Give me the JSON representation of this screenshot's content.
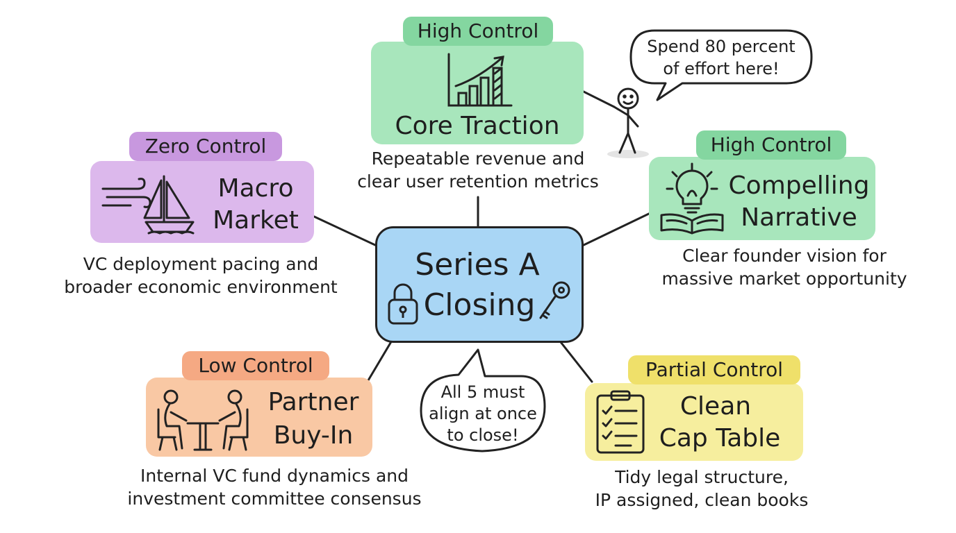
{
  "center": {
    "line1": "Series A",
    "line2": "Closing",
    "color": "#a9d6f5"
  },
  "nodes": {
    "core_traction": {
      "tag": "High Control",
      "title": "Core Traction",
      "desc1": "Repeatable revenue and",
      "desc2": "clear user retention metrics",
      "color": "#a8e6bc",
      "tag_color": "#84d6a0",
      "icon": "bar-chart-icon"
    },
    "compelling_narrative": {
      "tag": "High Control",
      "title1": "Compelling",
      "title2": "Narrative",
      "desc1": "Clear founder vision for",
      "desc2": "massive market opportunity",
      "color": "#a8e6bc",
      "tag_color": "#84d6a0",
      "icon": "lightbulb-book-icon"
    },
    "macro_market": {
      "tag": "Zero Control",
      "title1": "Macro",
      "title2": "Market",
      "desc1": "VC deployment pacing and",
      "desc2": "broader economic environment",
      "color": "#dcb8ec",
      "tag_color": "#c898df",
      "icon": "sailboat-wind-icon"
    },
    "partner_buy_in": {
      "tag": "Low Control",
      "title1": "Partner",
      "title2": "Buy-In",
      "desc1": "Internal VC fund dynamics and",
      "desc2": "investment committee consensus",
      "color": "#f9c8a4",
      "tag_color": "#f5a983",
      "icon": "meeting-people-icon"
    },
    "clean_cap_table": {
      "tag": "Partial Control",
      "title1": "Clean",
      "title2": "Cap Table",
      "desc1": "Tidy legal structure,",
      "desc2": "IP assigned, clean books",
      "color": "#f6ee9e",
      "tag_color": "#efe06a",
      "icon": "clipboard-checklist-icon"
    }
  },
  "speech_bubbles": {
    "effort": {
      "line1": "Spend 80 percent",
      "line2": "of effort here!"
    },
    "align": {
      "line1": "All 5 must",
      "line2": "align at once",
      "line3": "to close!"
    }
  }
}
